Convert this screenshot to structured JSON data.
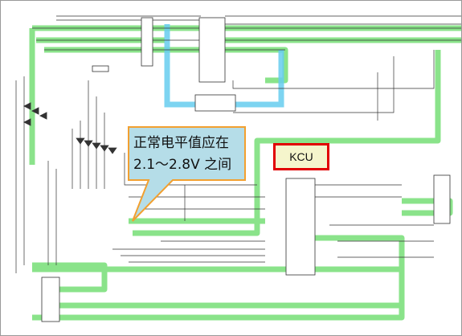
{
  "callout": {
    "line1": "正常电平值应在",
    "line2": "2.1～2.8V 之间"
  },
  "kcu_label": "KCU",
  "colors": {
    "highlight_green": "#7ee07e",
    "highlight_blue": "#66ccee",
    "callout_fill": "#b5dde8",
    "callout_border": "#f2a030",
    "kcu_fill": "#f5f5cc",
    "kcu_border": "#e10000"
  }
}
